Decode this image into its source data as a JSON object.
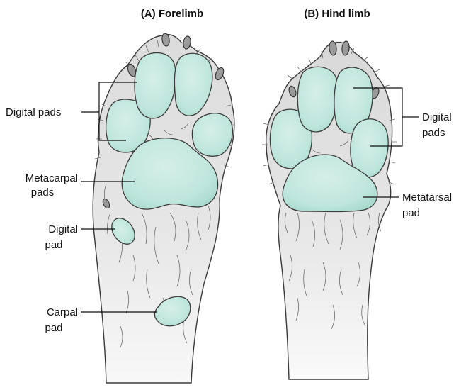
{
  "panels": {
    "forelimb": {
      "title": "(A) Forelimb",
      "labels": {
        "digital_pads_top": "Digital pads",
        "metacarpal_line1": "Metacarpal",
        "metacarpal_line2": "pads",
        "digital_pad_line1": "Digital",
        "digital_pad_line2": "pad",
        "carpal_line1": "Carpal",
        "carpal_line2": "pad"
      }
    },
    "hindlimb": {
      "title": "(B) Hind limb",
      "labels": {
        "digital_line1": "Digital",
        "digital_line2": "pads",
        "metatarsal_line1": "Metatarsal",
        "metatarsal_line2": "pad"
      }
    }
  },
  "colors": {
    "pad_fill": "#bfe6dc",
    "pad_shadow": "#9fd4c7",
    "limb_fill": "#e3e3e3",
    "limb_light": "#f7f7f7",
    "claw_fill": "#9a9a9a",
    "outline": "#3a3a3a"
  }
}
